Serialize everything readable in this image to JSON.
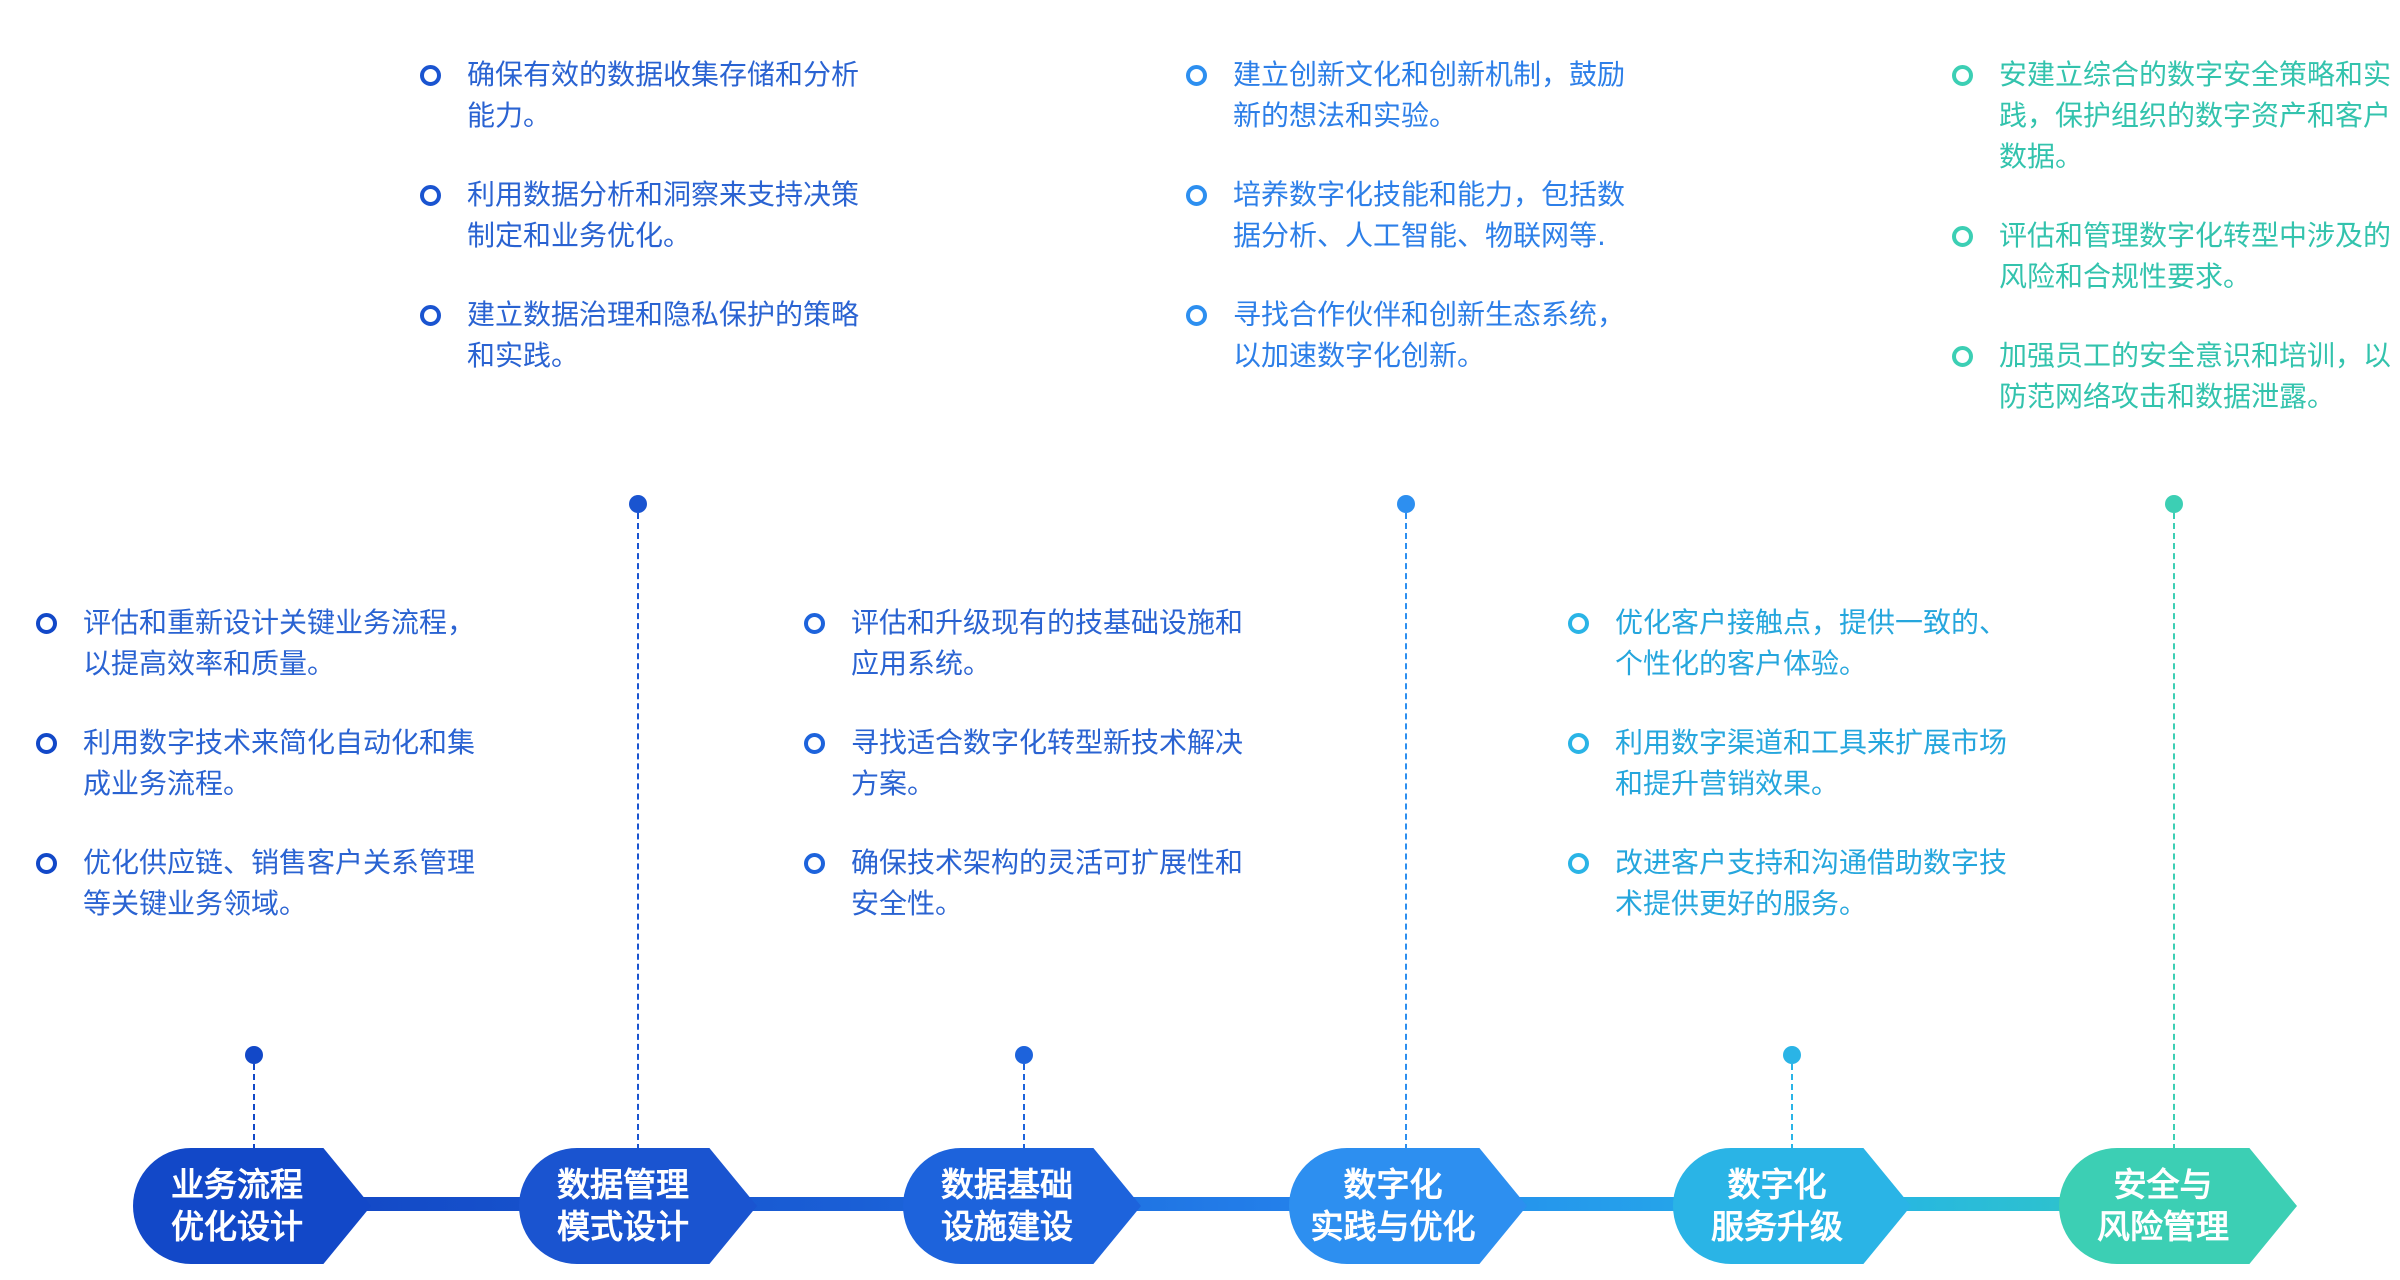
{
  "colors": {
    "blue_dark": "#1248c8",
    "blue_mid": "#1d63dc",
    "blue_bright": "#2d8ff0",
    "cyan": "#2ab4e6",
    "teal": "#3ccfb4"
  },
  "stages": [
    {
      "label": "业务流程\n优化设计",
      "items": [
        "评估和重新设计关键业务流程，以提高效率和质量。",
        "利用数字技术来简化自动化和集成业务流程。",
        "优化供应链、销售客户关系管理等关键业务领域。"
      ]
    },
    {
      "label": "数据管理\n模式设计",
      "items": [
        "确保有效的数据收集存储和分析能力。",
        "利用数据分析和洞察来支持决策制定和业务优化。",
        "建立数据治理和隐私保护的策略和实践。"
      ]
    },
    {
      "label": "数据基础\n设施建设",
      "items": [
        "评估和升级现有的技基础设施和应用系统。",
        "寻找适合数字化转型新技术解决方案。",
        "确保技术架构的灵活可扩展性和安全性。"
      ]
    },
    {
      "label": "数字化\n实践与优化",
      "items": [
        "建立创新文化和创新机制，鼓励新的想法和实验。",
        "培养数字化技能和能力，包括数据分析、人工智能、物联网等.",
        "寻找合作伙伴和创新生态系统，以加速数字化创新。"
      ]
    },
    {
      "label": "数字化\n服务升级",
      "items": [
        "优化客户接触点，提供一致的、个性化的客户体验。",
        "利用数字渠道和工具来扩展市场和提升营销效果。",
        "改进客户支持和沟通借助数字技术提供更好的服务。"
      ]
    },
    {
      "label": "安全与\n风险管理",
      "items": [
        "安建立综合的数字安全策略和实践，保护组织的数字资产和客户数据。",
        "评估和管理数字化转型中涉及的风险和合规性要求。",
        "加强员工的安全意识和培训，以防范网络攻击和数据泄露。"
      ]
    }
  ]
}
